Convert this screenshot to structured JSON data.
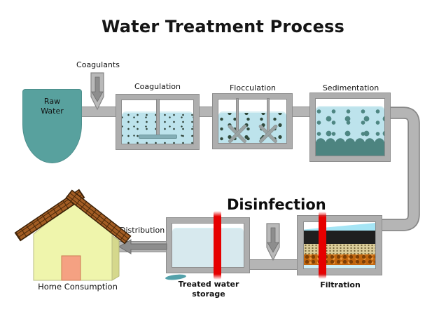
{
  "title": "Water Treatment Process",
  "stages": {
    "raw_water": {
      "label": "Raw Water"
    },
    "coagulants": {
      "label": "Coagulants"
    },
    "coagulation": {
      "label": "Coagulation"
    },
    "flocculation": {
      "label": "Flocculation"
    },
    "sedimentation": {
      "label": "Sedimentation"
    },
    "disinfection": {
      "label": "Disinfection"
    },
    "filtration": {
      "label": "Filtration"
    },
    "treated_water_storage": {
      "label": "Treated water storage"
    },
    "distribution": {
      "label": "Distribution"
    },
    "home_consumption": {
      "label": "Home Consumption"
    }
  },
  "colors": {
    "raw_water_teal": "#58a19e",
    "tank_water_blue": "#bde3ec",
    "storage_water_blue": "#d7e9ee",
    "pipe_gray": "#b5b5b5",
    "tank_frame_gray": "#aeaeae",
    "red_bar": "#e60000",
    "sediment_teal": "#4d8480",
    "particle_dark_green": "#30493b",
    "carbon_black": "#1f1f1f",
    "sand_tan": "#dbcd9a",
    "gravel_orange": "#c1660e",
    "house_wall_yellow": "#eff5ac",
    "roof_brown": "#a35d24",
    "door_salmon": "#f5a182"
  }
}
